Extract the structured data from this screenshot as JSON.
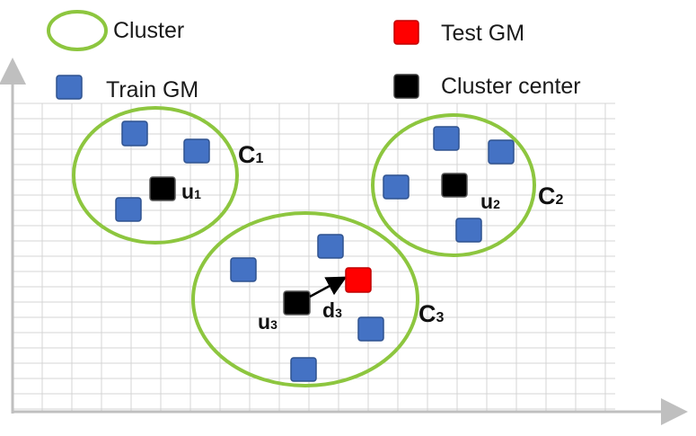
{
  "legend": {
    "cluster": "Cluster",
    "train": "Train GM",
    "test": "Test GM",
    "center": "Cluster center"
  },
  "labels": {
    "c1": {
      "main": "C",
      "sub": "1"
    },
    "c2": {
      "main": "C",
      "sub": "2"
    },
    "c3": {
      "main": "C",
      "sub": "3"
    },
    "u1": {
      "main": "u",
      "sub": "1"
    },
    "u2": {
      "main": "u",
      "sub": "2"
    },
    "u3": {
      "main": "u",
      "sub": "3"
    },
    "d3": {
      "main": "d",
      "sub": "3"
    }
  },
  "colors": {
    "cluster": "#8dc63f",
    "train": "#4472c4",
    "test": "#ff0000",
    "center": "#000000",
    "grid": "#d4d4d4",
    "axis": "#bfbfbf"
  }
}
